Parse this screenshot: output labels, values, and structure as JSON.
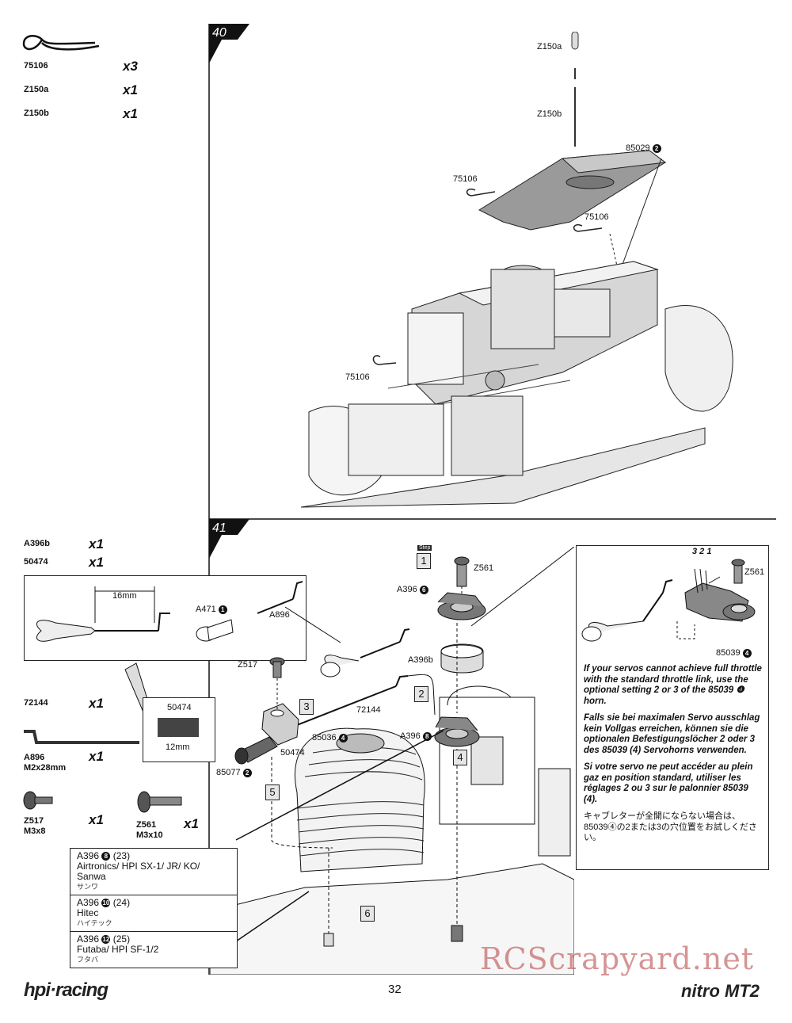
{
  "page_number": "32",
  "brand_logo": "hpi·racing",
  "product_logo": "nitro MT2",
  "watermark": "RCScrapyard.net",
  "step40": {
    "number": "40",
    "parts": [
      {
        "code": "75106",
        "qty": "x3"
      },
      {
        "code": "Z150a",
        "qty": "x1"
      },
      {
        "code": "Z150b",
        "qty": "x1"
      }
    ],
    "callouts": {
      "z150a": "Z150a",
      "z150b": "Z150b",
      "p85029": "85029",
      "p85029_num": "2",
      "p75106_a": "75106",
      "p75106_b": "75106",
      "p75106_c": "75106"
    }
  },
  "step41": {
    "number": "41",
    "parts": [
      {
        "code": "A396b",
        "qty": "x1"
      },
      {
        "code": "50474",
        "qty": "x1"
      },
      {
        "code": "72144",
        "qty": "x1"
      },
      {
        "code": "A896",
        "sub": "M2x28mm",
        "qty": "x1"
      },
      {
        "code": "Z517",
        "sub": "M3x8",
        "qty": "x1"
      },
      {
        "code": "Z561",
        "sub": "M3x10",
        "qty": "x1"
      }
    ],
    "inset_link": {
      "dim": "16mm",
      "a471": "A471",
      "a471_num": "1",
      "a896": "A896"
    },
    "inset_tube": {
      "code": "50474",
      "dim": "12mm"
    },
    "callouts": {
      "step_label": "Step",
      "step1": "1",
      "step2": "2",
      "step3": "3",
      "step4": "4",
      "step5": "5",
      "step6": "6",
      "z561": "Z561",
      "a396_top": "A396",
      "a396_top_num": "6",
      "a396b": "A396b",
      "z517": "Z517",
      "p72144": "72144",
      "p85036": "85036",
      "p85036_num": "4",
      "a396_mid": "A396",
      "a396_mid_num": "8",
      "p50474": "50474",
      "p85077": "85077",
      "p85077_num": "2"
    },
    "option_inset": {
      "holes": "3 2 1",
      "z561": "Z561",
      "p85039": "85039",
      "p85039_num": "4"
    },
    "notes": {
      "en": "If your servos cannot achieve full throttle with the standard throttle link, use the optional setting 2 or 3 of the 85039 ❹ horn.",
      "de": "Falls sie bei maximalen Servo ausschlag kein Vollgas erreichen, können sie die optionalen Befestigungslöcher 2 oder 3 des 85039 (4) Servohorns verwenden.",
      "fr": "Si votre servo ne peut accéder au plein gaz en position standard, utiliser les réglages 2 ou 3 sur le palonnier 85039 (4).",
      "jp": "キャブレターが全開にならない場合は、85039④の2または3の穴位置をお試しください。"
    },
    "servo_table": [
      {
        "code": "A396",
        "num": "8",
        "ref": "(23)",
        "brands": "Airtronics/ HPI SX-1/ JR/ KO/ Sanwa",
        "jp": "サンワ"
      },
      {
        "code": "A396",
        "num": "10",
        "ref": "(24)",
        "brands": "Hitec",
        "jp": "ハイテック"
      },
      {
        "code": "A396",
        "num": "12",
        "ref": "(25)",
        "brands": "Futaba/ HPI SF-1/2",
        "jp": "フタバ"
      }
    ]
  }
}
